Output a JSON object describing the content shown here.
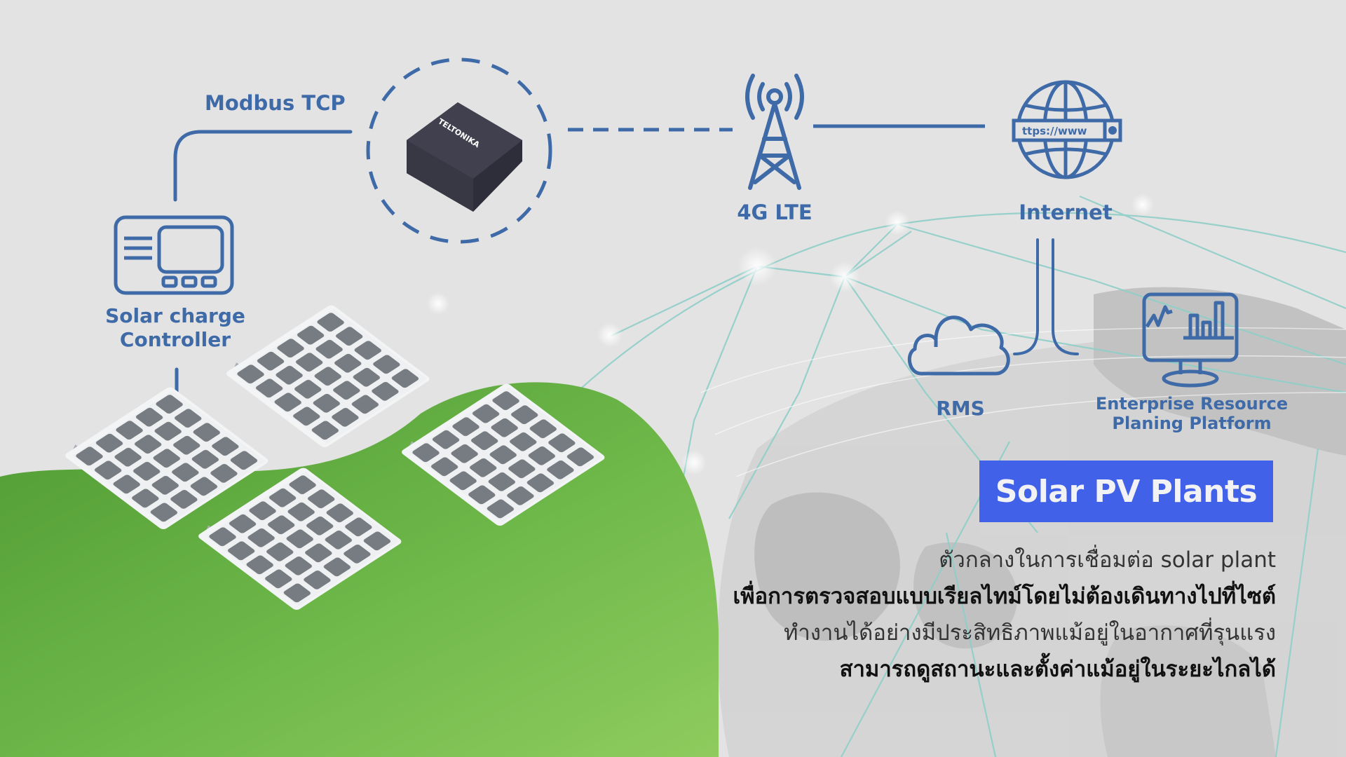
{
  "colors": {
    "background": "#e3e3e3",
    "icon_blue": "#3f6aa8",
    "headline_bg": "#4162e8",
    "headline_text": "#f2f2f4",
    "hill_green": "#5ea83d",
    "hill_light": "#8fcb5e",
    "network_teal": "#8fcfc9",
    "router_dark": "#3a3a48",
    "panel_cell": "#767c82",
    "panel_frame": "#f3f4f5"
  },
  "diagram": {
    "nodes": {
      "controller": {
        "label_line1": "Solar charge",
        "label_line2": "Controller",
        "icon": "charge-controller-icon"
      },
      "router": {
        "brand": "TELTONIKA",
        "icon": "router-device"
      },
      "lte": {
        "label": "4G LTE",
        "icon": "cell-tower-icon"
      },
      "internet": {
        "label": "Internet",
        "url_text": "ttps://www",
        "icon": "globe-icon"
      },
      "rms": {
        "label": "RMS",
        "icon": "cloud-icon"
      },
      "erp": {
        "label_line1": "Enterprise Resource",
        "label_line2": "Planing Platform",
        "icon": "monitor-chart-icon"
      }
    },
    "links": {
      "controller_router": {
        "label": "Modbus TCP",
        "style": "solid"
      },
      "router_lte": {
        "style": "dashed"
      },
      "lte_internet": {
        "style": "solid"
      },
      "internet_split": {
        "style": "solid-fork"
      },
      "controller_panels": {
        "style": "solid"
      }
    }
  },
  "headline": "Solar PV Plants",
  "description": [
    {
      "text": "ตัวกลางในการเชื่อมต่อ solar plant",
      "weight": "normal"
    },
    {
      "text": "เพื่อการตรวจสอบแบบเรียลไทม์โดยไม่ต้องเดินทางไปที่ไซต์",
      "weight": "bold"
    },
    {
      "text": "ทำงานได้อย่างมีประสิทธิภาพแม้อยู่ในอากาศที่รุนแรง",
      "weight": "normal"
    },
    {
      "text": "สามารถดูสถานะและตั้งค่าแม้อยู่ในระยะไกลได้",
      "weight": "bold"
    }
  ],
  "solar_array": {
    "panel_count": 4,
    "cells_per_panel": "5x5"
  }
}
